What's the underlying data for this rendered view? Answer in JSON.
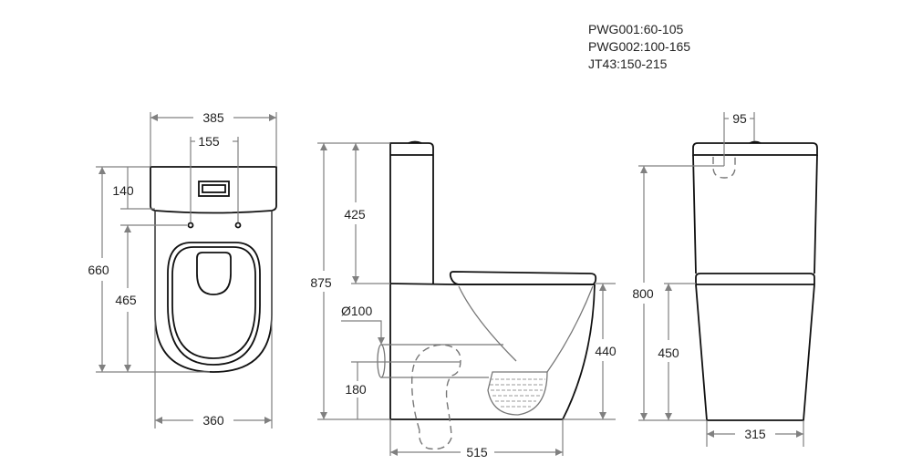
{
  "specs": [
    "PWG001:60-105",
    "PWG002:100-165",
    "JT43:150-215"
  ],
  "top_view": {
    "overall_width": "385",
    "hole_spacing": "155",
    "tank_depth": "140",
    "overall_depth": "660",
    "hole_to_front": "465",
    "base_width": "360"
  },
  "side_view": {
    "overall_height": "875",
    "tank_height": "425",
    "outlet_diameter": "Ø100",
    "outlet_height": "180",
    "seat_height": "440",
    "base_length": "515"
  },
  "front_view": {
    "outlet_offset": "95",
    "height": "800",
    "pan_height": "450",
    "base_width": "315"
  }
}
